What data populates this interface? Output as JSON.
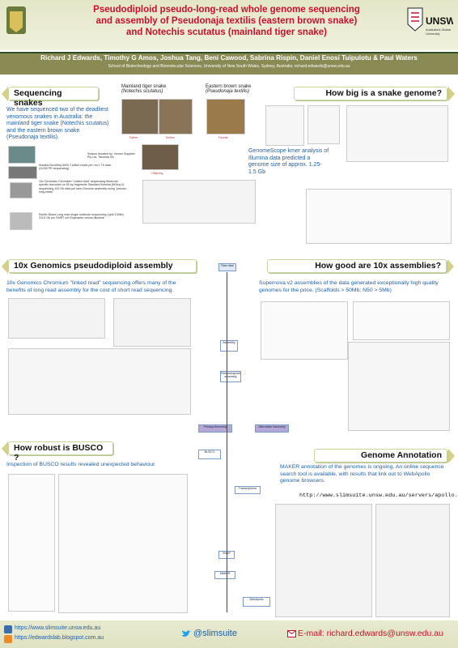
{
  "title": {
    "line1": "Pseudodiploid pseudo-long-read whole genome sequencing",
    "line2": "and assembly of Pseudonaja textilis (eastern brown snake)",
    "line3": "and Notechis scutatus (mainland tiger snake)"
  },
  "authors": "Richard J Edwards, Timothy G Amos, Joshua Tang, Beni Cawood, Sabrina Rispin, Daniel Enosi Tuipulotu & Paul Waters",
  "affiliation": "School of Biotechnology and Biomolecular Sciences, University of New South Wales, Sydney, Australia; richard.edwards@unsw.edu.au",
  "logos": {
    "unsw": "UNSW",
    "unsw_sub": "Australia's Global University"
  },
  "sections": {
    "seq": {
      "heading": "Sequencing snakes",
      "text": "We have sequenced two of the deadliest venomous snakes in Australia: the mainland tiger snake (Notechis scutatus) and the eastern brown snake (Pseudonaja textilis).",
      "donated": "Snakes donated by: Venom Supplies Pty Ltd, Tanunda SA",
      "illumina": "Illumina NovaSeq 6000  2 billion reads per run  1 Tb data (2x150 PE sequencing)",
      "tenx": "10x Genomics Chromium  \"Linked read\" sequencing  Molecule-specific barcodes on 50 bp fragments  Standard Illumina (HiSeq X) sequencing  100 Gb data per lane  Genome assembly using \"pseudo-long-reads\"",
      "pacbio": "Pacific Biosci  Long read single molecule sequencing (upto 100kb)  3.5-5 Gb per SMRT cell  Expensive versus Illumina!"
    },
    "size": {
      "heading": "How big is a snake genome?",
      "text": "GenomeScope kmer analysis of Illumina data predicted a genome size of approx. 1.25-1.5 Gb"
    },
    "tenx": {
      "heading": "10x Genomics pseudodiploid assembly",
      "text": "10x Genomics Chromium \"linked read\" sequencing offers many of the benefits of long read assembly for the cost of short read sequencing."
    },
    "good": {
      "heading": "How good are 10x assemblies?",
      "text": "Supernova v2 assemblies of the data generated exceptionally high quality genomes for the price. (Scaffolds > 50Mb; N50 > 5Mb)"
    },
    "busco": {
      "heading": "How robust is BUSCO ?",
      "text": "Inspection of BUSCO results revealed unexpected behaviour."
    },
    "annot": {
      "heading": "Genome Annotation",
      "text": "MAKER annotation of the genomes is ongoing. An online sequence search tool is available, with results that link out to WebApollo genome browsers.",
      "url": "http://www.slimsuite.unsw.edu.au/servers/apollo.php"
    }
  },
  "species": {
    "tiger": "Mainland tiger snake",
    "tiger_sci": "(Notechis scutatus)",
    "brown": "Eastern brown snake",
    "brown_sci": "(Pseudonaja textilis)",
    "father": "Father",
    "mother": "Mother",
    "female": "Female",
    "offspring": "Offspring"
  },
  "flow": {
    "raw": "Raw data",
    "assembly": "Assembly",
    "haplotig": "Pseudohaploid assembly",
    "primary": "Primary Assembly",
    "alternative": "Alternative Assembly",
    "busco": "BUSCO",
    "transcriptome": "Transcriptome",
    "snap": "SNAP",
    "maker": "MAKER",
    "webapollo": "WebApollo"
  },
  "footer": {
    "link1": "https://www.slimsuite.unsw.edu.au",
    "link2": "https://edwardslab.blogspot.com.au",
    "twitter": "@slimsuite",
    "email": "E-mail: richard.edwards@unsw.edu.au"
  },
  "colors": {
    "title": "#c8102e",
    "band": "#8a8a55",
    "blue_text": "#1f5fa8",
    "header_bg": "#e4e6c8"
  }
}
